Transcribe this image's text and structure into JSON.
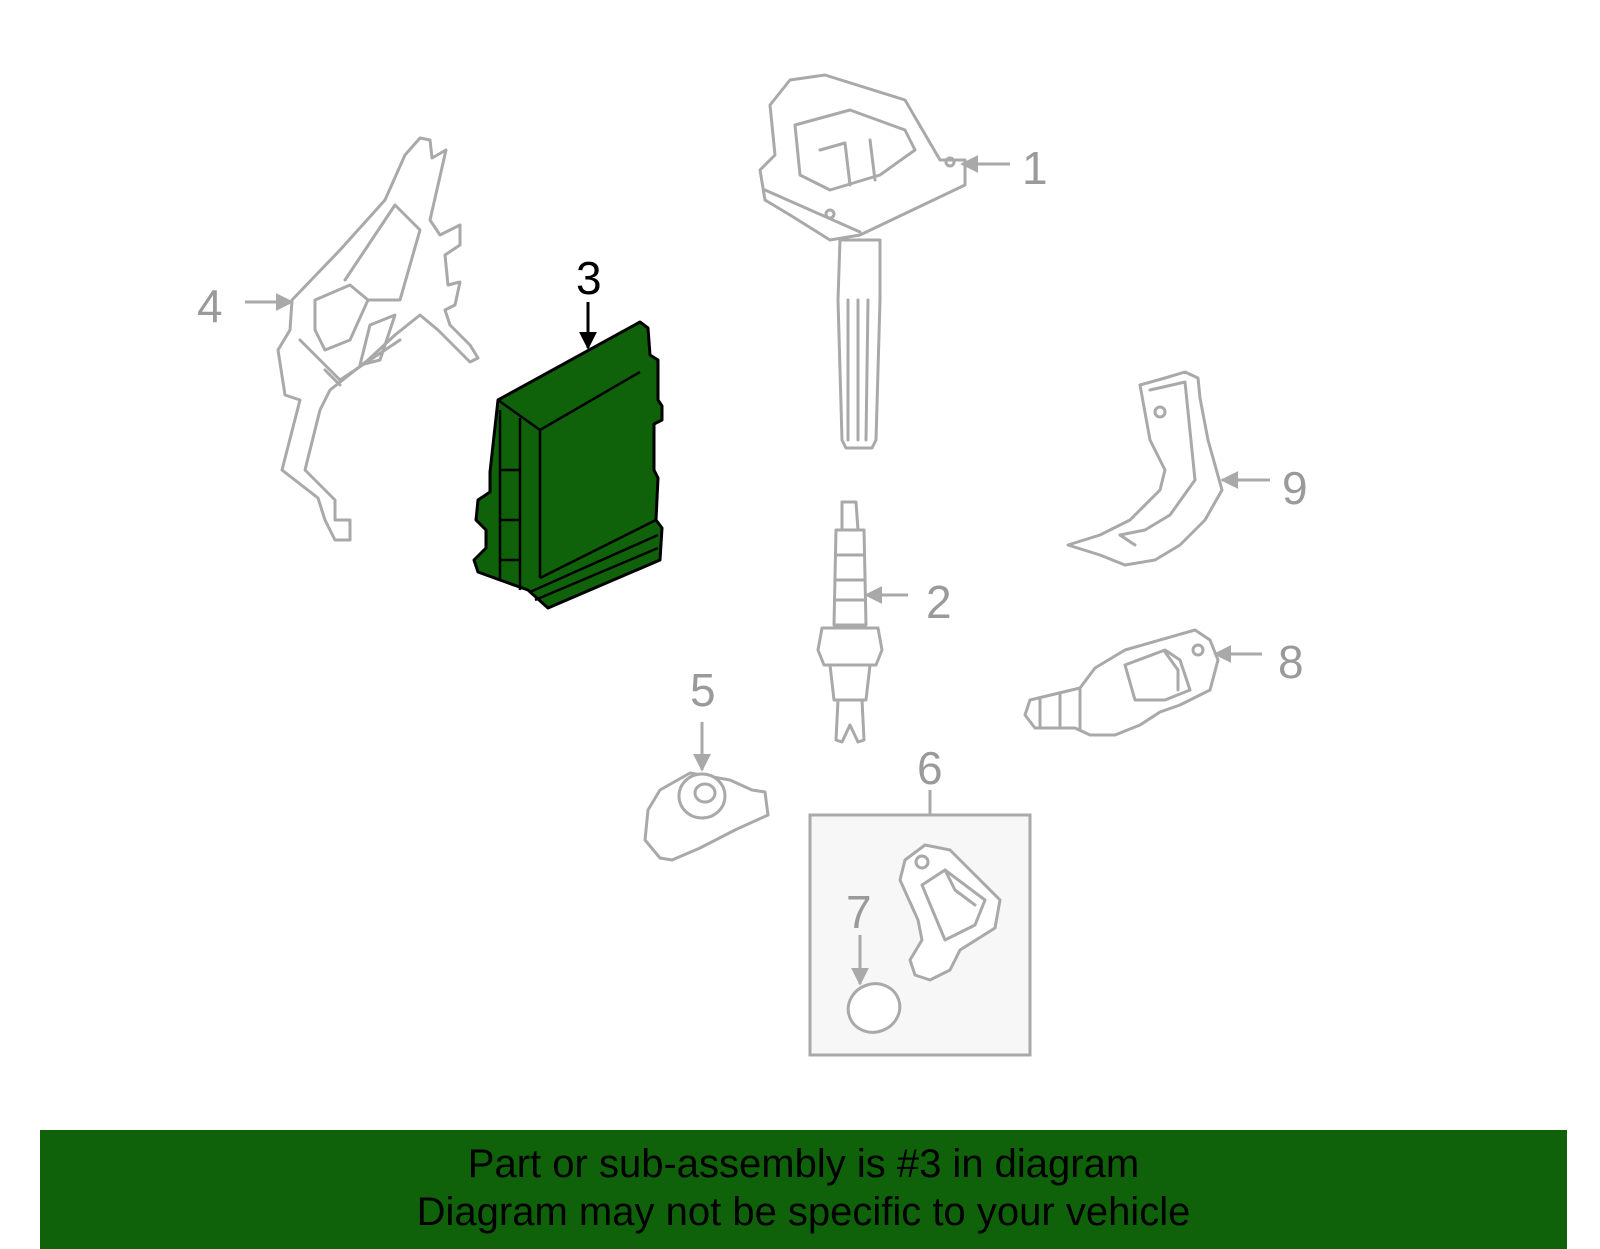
{
  "colors": {
    "highlight": "#0f610a",
    "part_outline": "#a9a9a9",
    "label_gray": "#9a9a9a",
    "label_highlight": "#000000"
  },
  "callouts": {
    "c1": "1",
    "c2": "2",
    "c3": "3",
    "c4": "4",
    "c5": "5",
    "c6": "6",
    "c7": "7",
    "c8": "8",
    "c9": "9"
  },
  "highlighted_part": "3",
  "banner": {
    "line1": "Part or sub-assembly is #3 in diagram",
    "line2": "Diagram may not be specific to your vehicle"
  }
}
